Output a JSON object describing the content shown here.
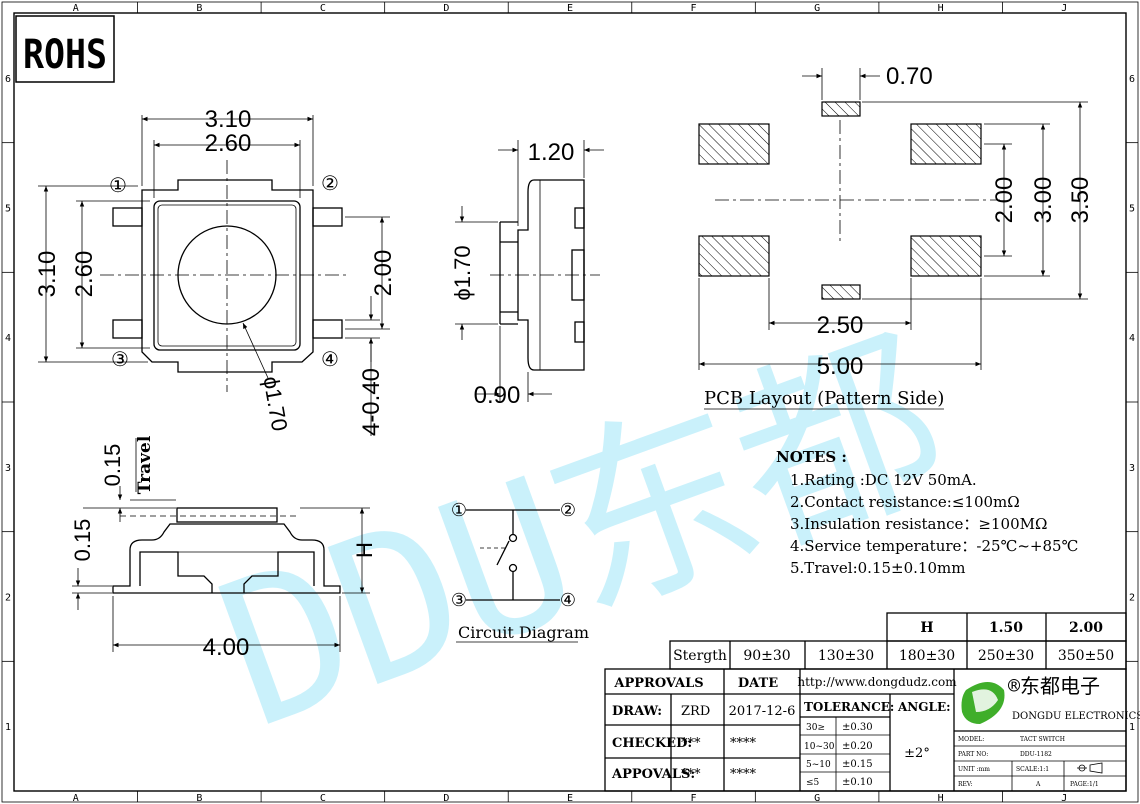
{
  "badge": "ROHS",
  "border": {
    "columns": [
      "A",
      "B",
      "C",
      "D",
      "E",
      "F",
      "G",
      "H",
      "J"
    ],
    "rows": [
      "6",
      "5",
      "4",
      "3",
      "2",
      "1"
    ]
  },
  "watermark": "DDU东都",
  "top_view": {
    "dims": {
      "w_outer": "3.10",
      "w_inner": "2.60",
      "h_outer": "3.10",
      "h_inner": "2.60",
      "pin_span": "2.00",
      "pin_w": "0.40",
      "pin_len_label": "4-0.40",
      "btn_dia": "ϕ1.70"
    },
    "pins": [
      "①",
      "②",
      "③",
      "④"
    ]
  },
  "side_view": {
    "dims": {
      "top": "1.20",
      "dia": "ϕ1.70",
      "bottom": "0.90"
    }
  },
  "front_view": {
    "dims": {
      "travel": "0.15",
      "travel_label": "Travel",
      "height": "0.15",
      "h": "H",
      "width": "4.00"
    }
  },
  "circuit": {
    "pins": [
      "①",
      "②",
      "③",
      "④"
    ],
    "caption": "Circuit Diagram"
  },
  "pcb": {
    "dims": {
      "pad_w": "0.70",
      "d200": "2.00",
      "d300": "3.00",
      "d350": "3.50",
      "d250": "2.50",
      "d500": "5.00"
    },
    "caption": "PCB Layout (Pattern Side)"
  },
  "notes": {
    "title": "NOTES :",
    "items": [
      "1.Rating :DC 12V 50mA.",
      "2.Contact resistance:≤100mΩ",
      "3.Insulation resistance：≥100MΩ",
      "4.Service temperature：-25℃~+85℃",
      "5.Travel:0.15±0.10mm"
    ]
  },
  "strength_table": {
    "h_label": "H",
    "h_values": [
      "1.50",
      "2.00"
    ],
    "row_label": "Stergth",
    "values": [
      "90±30",
      "130±30",
      "180±30",
      "250±30",
      "350±50"
    ]
  },
  "title_block": {
    "approvals_header": "APPROVALS",
    "date_header": "DATE",
    "website": "http://www.dongdudz.com",
    "rows": [
      {
        "label": "DRAW:",
        "name": "ZRD",
        "date": "2017-12-6"
      },
      {
        "label": "CHECKED:",
        "name": "***",
        "date": "****"
      },
      {
        "label": "APPOVALS:",
        "name": "***",
        "date": "****"
      }
    ],
    "tolerance_label": "TOLERANCE:",
    "angle_label": "ANGLE:",
    "angle_value": "±2°",
    "tolerances": [
      {
        "range": "30≥",
        "tol": "±0.30"
      },
      {
        "range": "10~30",
        "tol": "±0.20"
      },
      {
        "range": "5~10",
        "tol": "±0.15"
      },
      {
        "range": "≤5",
        "tol": "±0.10"
      }
    ],
    "company_cn": "®东都电子",
    "company_en": "DONGDU ELECTRONICS",
    "model_label": "MODEL:",
    "model_value": "TACT SWITCH",
    "part_label": "PART NO:",
    "part_value": "DDU-1182",
    "unit_label": "UNIT :mm",
    "scale_label": "SCALE:1:1",
    "rev_label": "REV:",
    "rev_value": "A",
    "page_label": "PAGE:1/1",
    "colors": {
      "logo_green": "#3fae2a"
    }
  }
}
